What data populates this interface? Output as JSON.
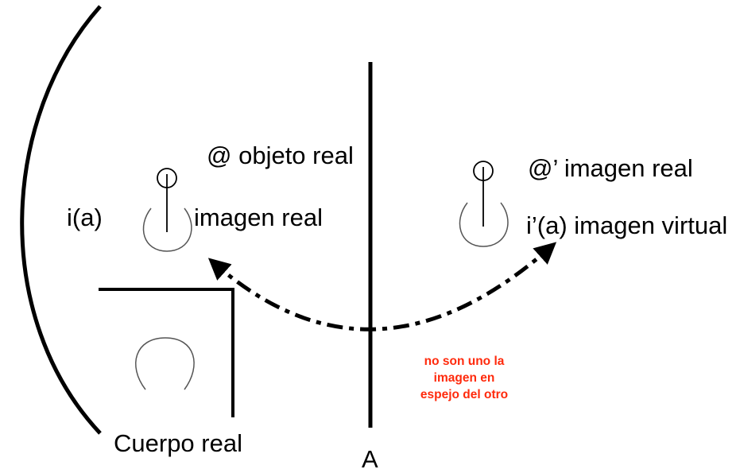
{
  "labels": {
    "objeto_real": "@ objeto real",
    "imagen_real_left": "imagen real",
    "ia": "i(a)",
    "imagen_real_right": "@’ imagen real",
    "imagen_virtual": "i’(a) imagen virtual",
    "cuerpo_real": "Cuerpo real",
    "mirror": "A",
    "note_line1": "no son uno la",
    "note_line2": "imagen en",
    "note_line3": "espejo del otro"
  },
  "colors": {
    "ink": "#000000",
    "note": "#ff2a0c",
    "vase": "#555555"
  }
}
